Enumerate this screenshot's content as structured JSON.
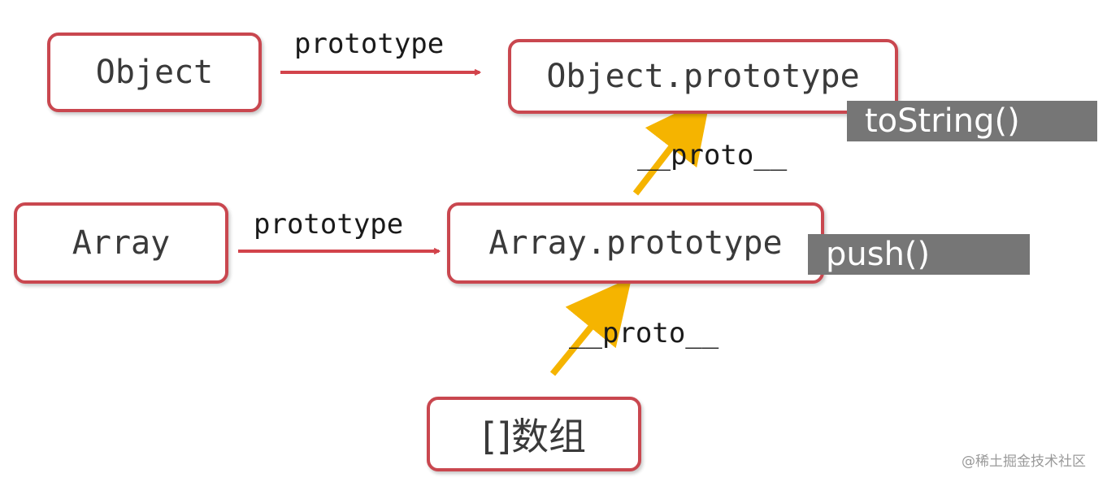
{
  "nodes": {
    "object": "Object",
    "object_prototype": "Object.prototype",
    "array": "Array",
    "array_prototype": "Array.prototype",
    "array_instance": "[]数组"
  },
  "methods": {
    "to_string": "toString()",
    "push": "push()"
  },
  "edges": {
    "object_prototype_label": "prototype",
    "array_prototype_label": "prototype",
    "array_proto_label": "__proto__",
    "instance_proto_label": "__proto__"
  },
  "watermark": "@稀土掘金技术社区",
  "colors": {
    "box_border": "#c9474f",
    "prototype_arrow": "#d2434b",
    "proto_arrow": "#f5b400",
    "method_badge": "#767676"
  }
}
